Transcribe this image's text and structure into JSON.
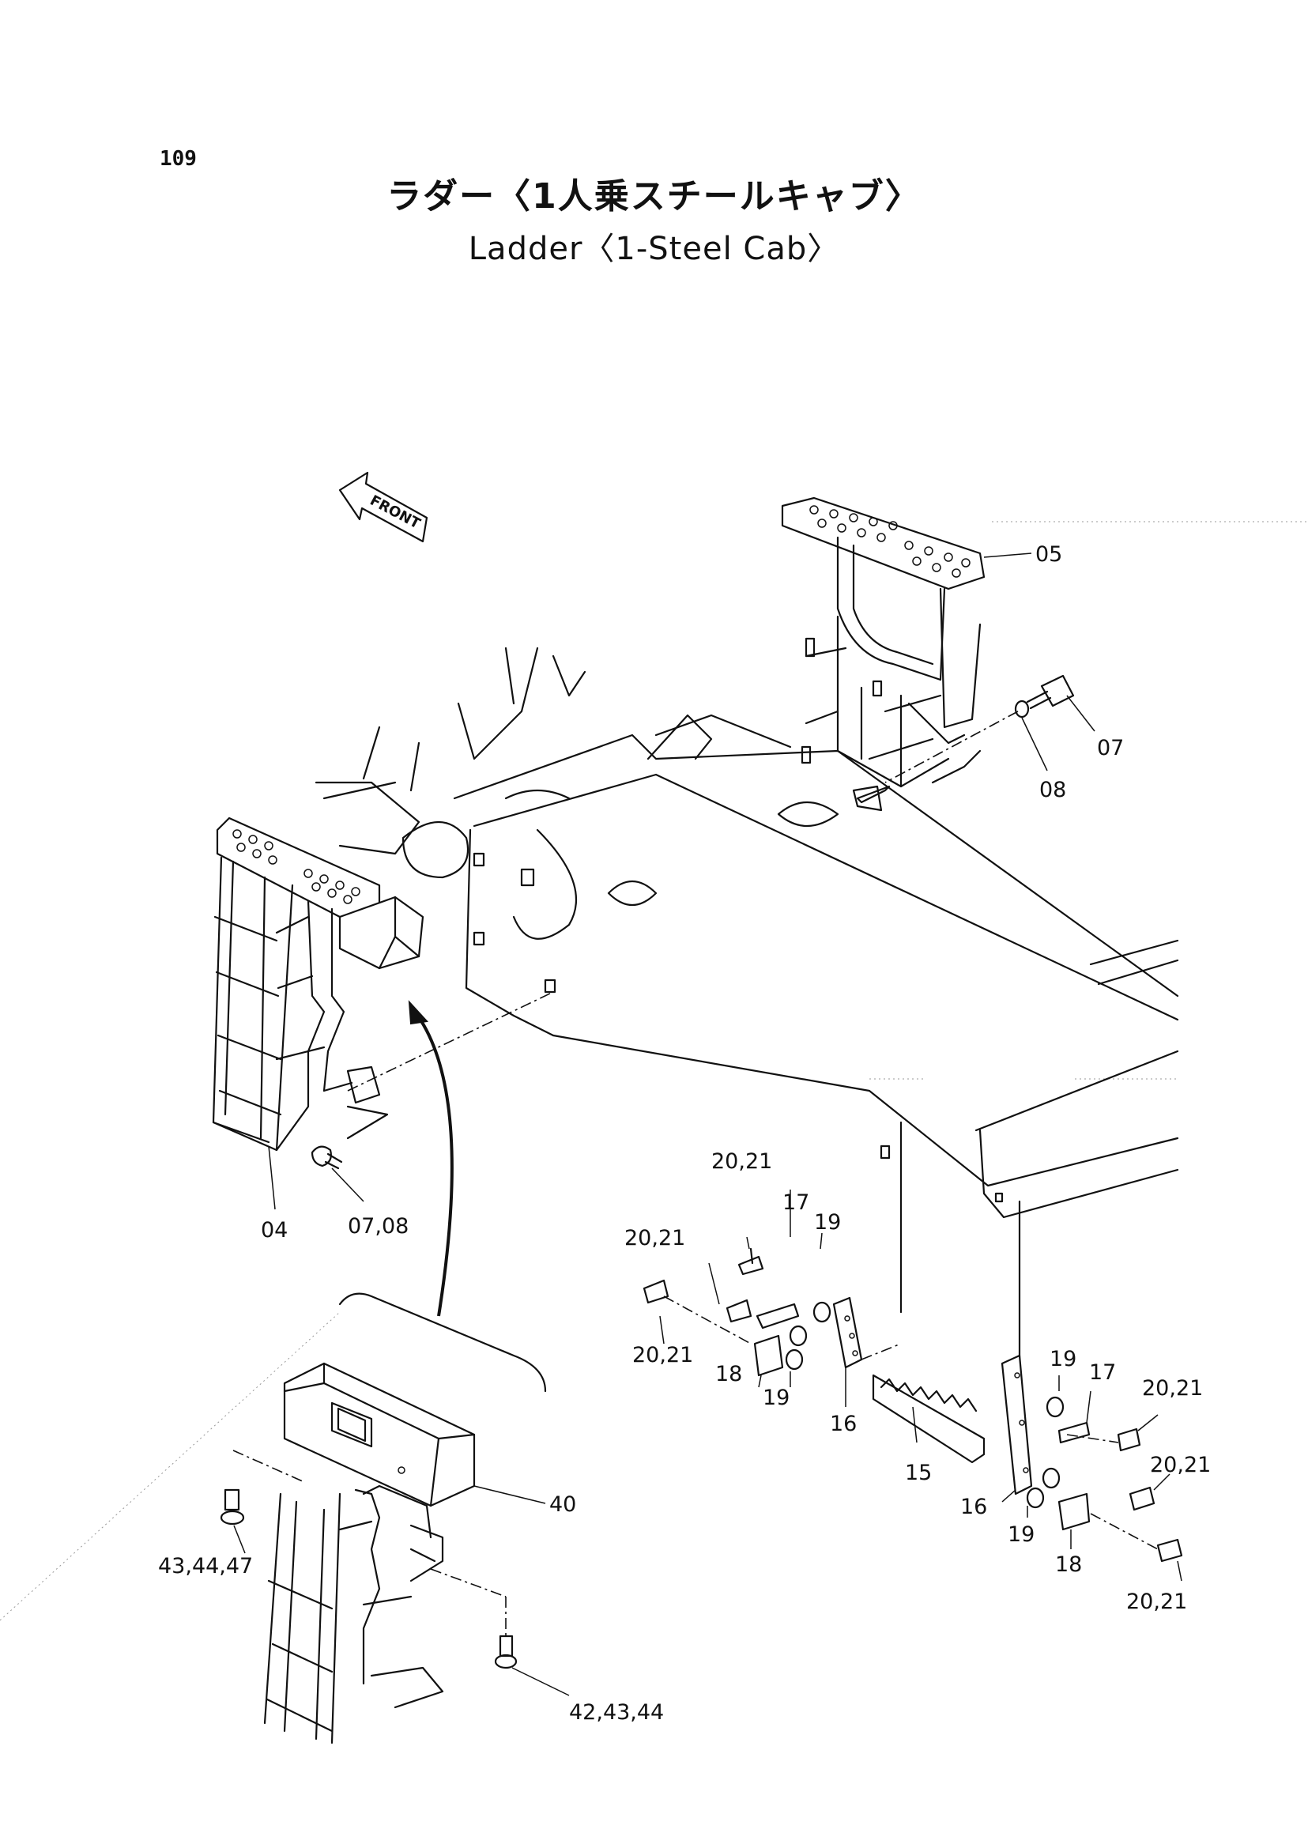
{
  "page_number": "109",
  "title_jp": "ラダー〈1人乗スチールキャブ〉",
  "title_en": "Ladder〈1-Steel Cab〉",
  "front_label": "FRONT",
  "labels": {
    "p05": "05",
    "p07": "07",
    "p08": "08",
    "p04": "04",
    "p0708": "07,08",
    "p2021_a": "20,21",
    "p17_a": "17",
    "p19_a": "19",
    "p2021_b": "20,21",
    "p2021_c": "20,21",
    "p18_a": "18",
    "p19_b": "19",
    "p16_a": "16",
    "p15": "15",
    "p19_c": "19",
    "p17_b": "17",
    "p2021_d": "20,21",
    "p2021_e": "20,21",
    "p16_b": "16",
    "p19_d": "19",
    "p18_b": "18",
    "p2021_f": "20,21",
    "p40": "40",
    "p434447": "43,44,47",
    "p424344": "42,43,44"
  }
}
